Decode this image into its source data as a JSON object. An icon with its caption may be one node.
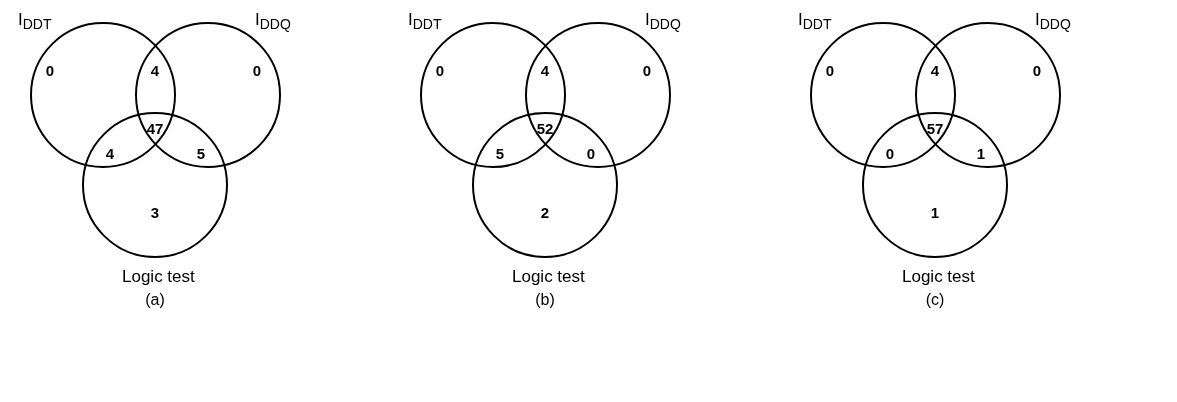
{
  "diagram": {
    "nodes": [
      {
        "text": [
          "I$_{DDT}$"
        ]
      },
      {
        "text": [
          "I$_{DDQ}$"
        ]
      },
      {
        "text": [
          "Logic test"
        ]
      },
      {
        "text": [
          "I$_{DDT}$"
        ]
      },
      {
        "text": [
          "I$_{DDQ}$"
        ]
      },
      {
        "text": [
          "Logic test"
        ]
      },
      {
        "text": [
          "I$_{DDT}$"
        ]
      },
      {
        "text": [
          "I$_{DDQ}$"
        ]
      },
      {
        "text": [
          "Logic test"
        ]
      }
    ],
    "labels": [
      "0",
      "4",
      "0",
      "47",
      "4",
      "5",
      "3",
      "(a)",
      "0",
      "4",
      "0",
      "52",
      "5",
      "0",
      "2",
      "(b)",
      "0",
      "4",
      "0",
      "57",
      "0",
      "1",
      "1",
      "(c)"
    ]
  }
}
